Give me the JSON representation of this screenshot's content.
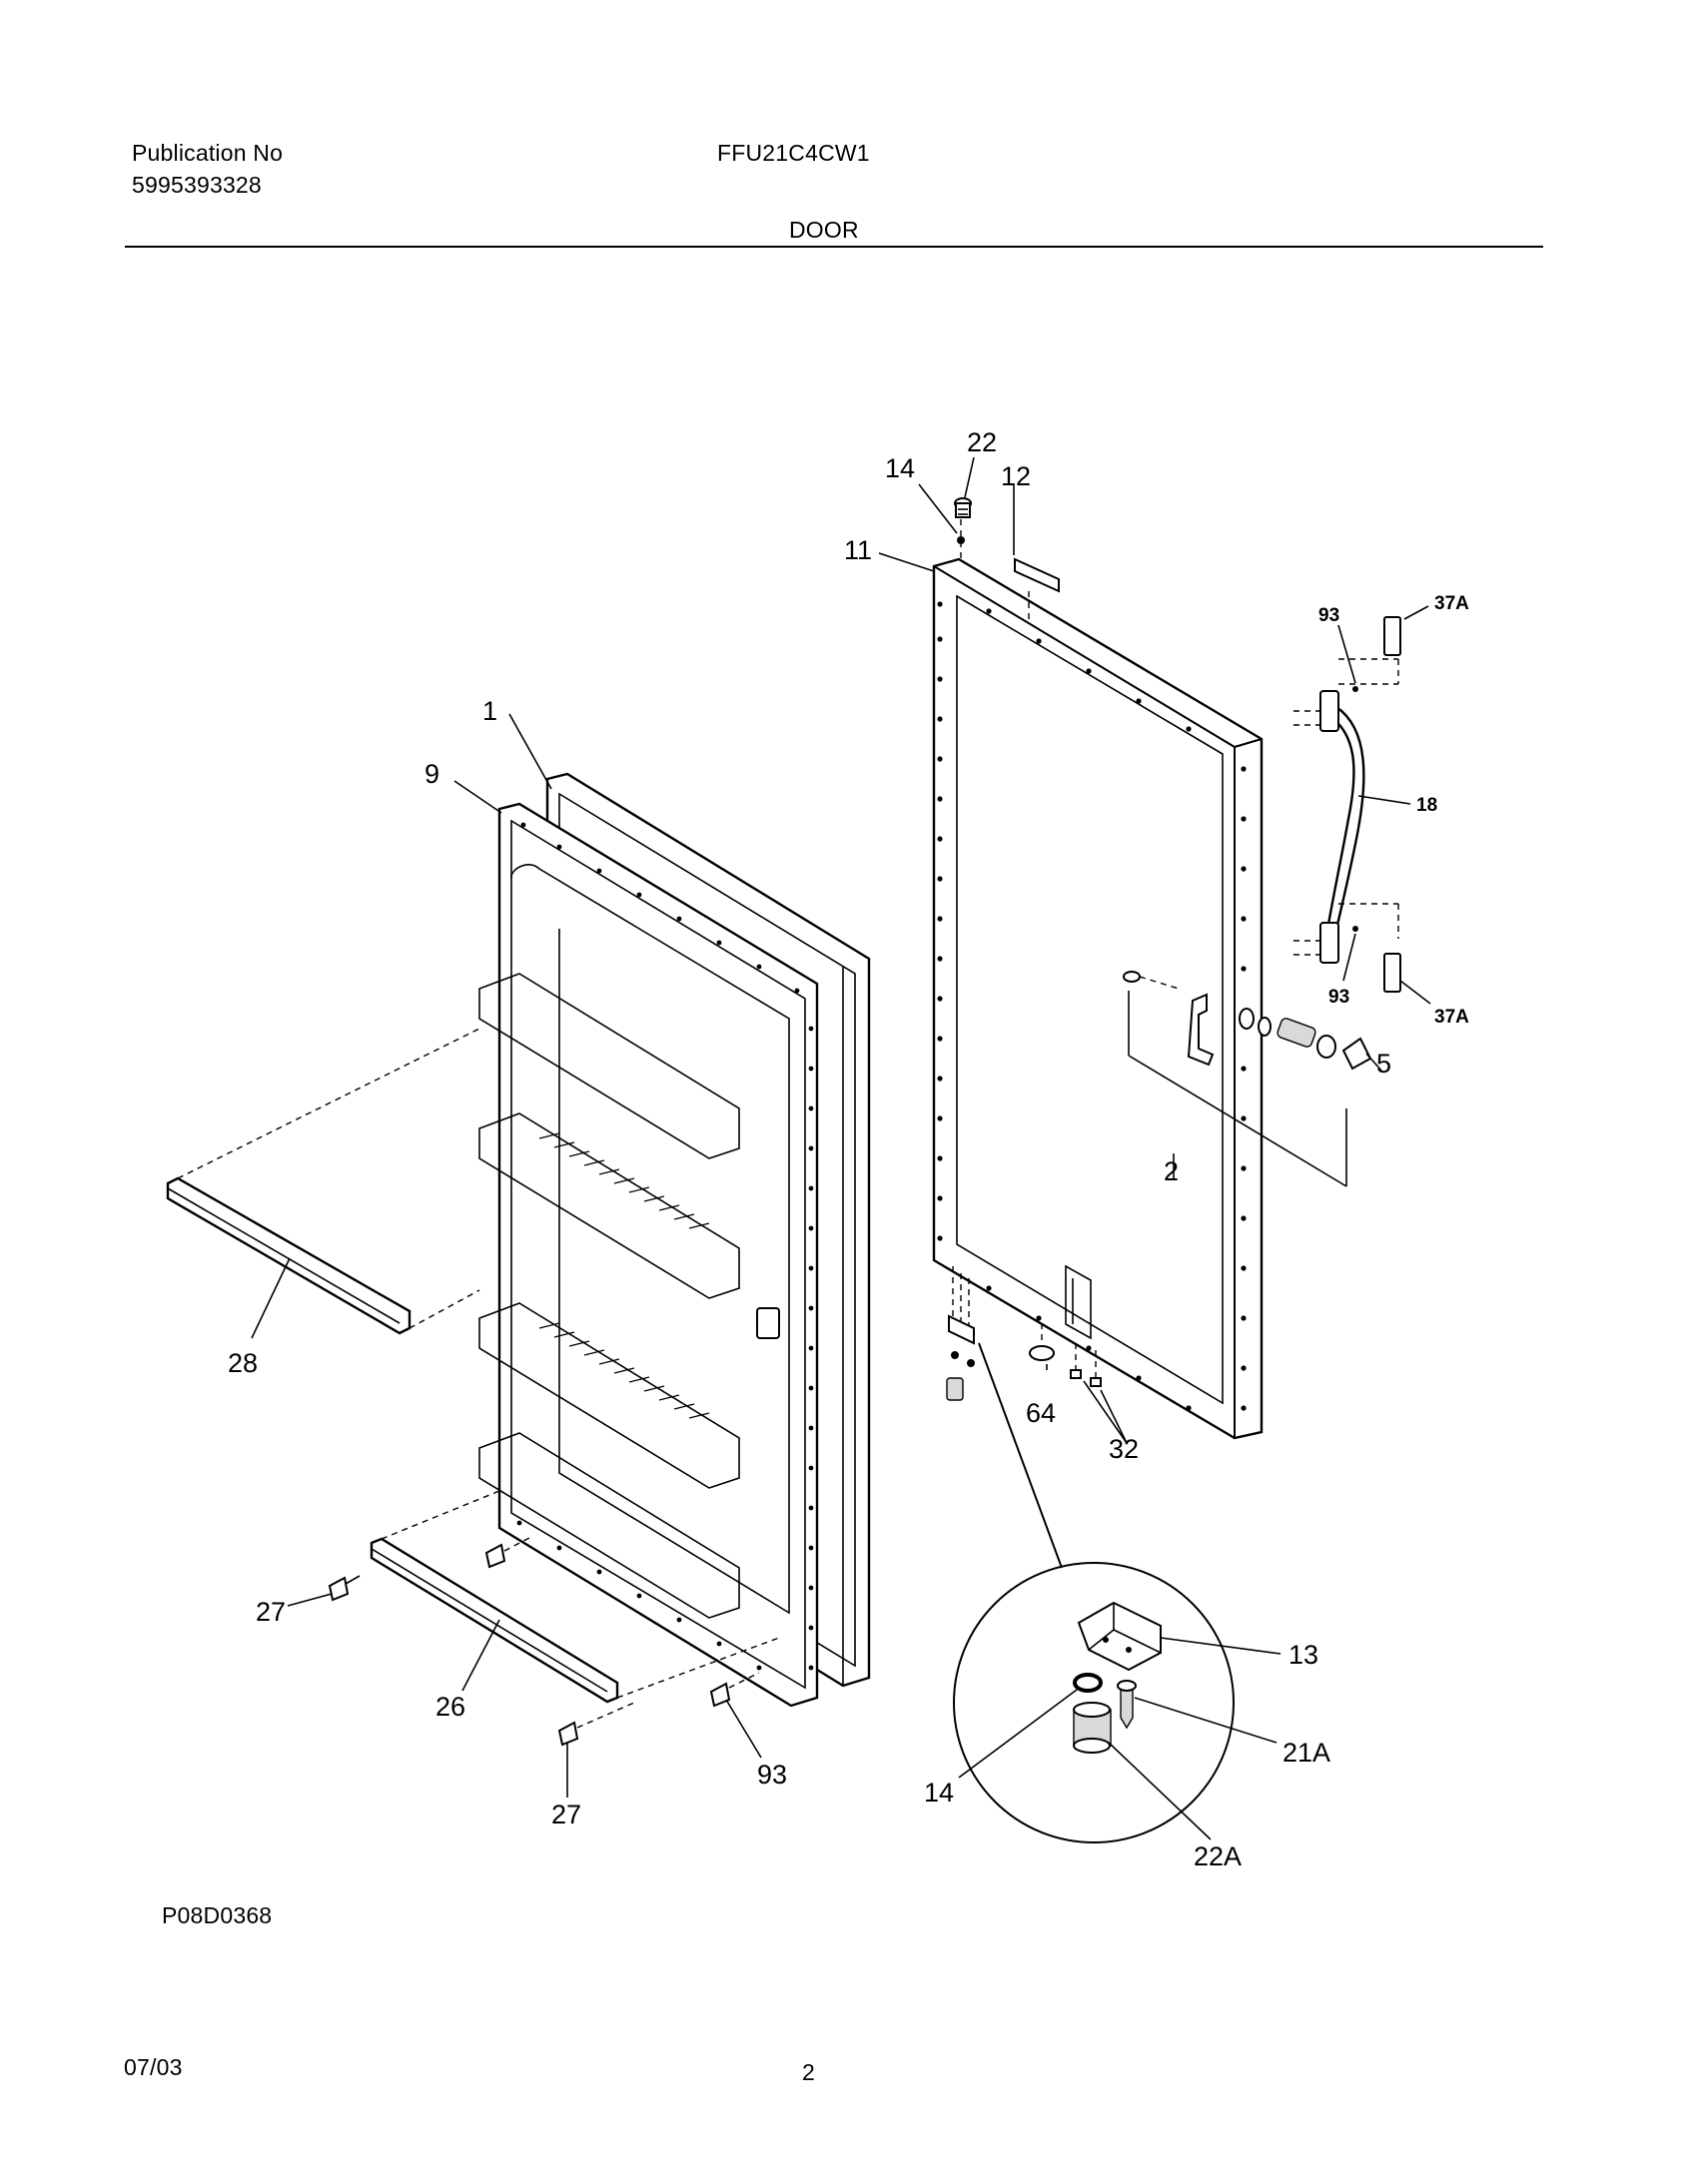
{
  "header": {
    "publication_label": "Publication No",
    "publication_number": "5995393328",
    "model": "FFU21C4CW1",
    "section": "DOOR"
  },
  "footer": {
    "drawing_code": "P08D0368",
    "date": "07/03",
    "page": "2"
  },
  "callouts": {
    "c1": "1",
    "c9": "9",
    "c28": "28",
    "c27a": "27",
    "c26": "26",
    "c27b": "27",
    "c93a": "93",
    "c14a": "14",
    "c22a": "22",
    "c12": "12",
    "c11": "11",
    "c93b": "93",
    "c37a1": "37A",
    "c18": "18",
    "c93c": "93",
    "c37a2": "37A",
    "c5": "5",
    "c2": "2",
    "c64": "64",
    "c32": "32",
    "c13": "13",
    "c21A": "21A",
    "c14b": "14",
    "c22A": "22A"
  }
}
